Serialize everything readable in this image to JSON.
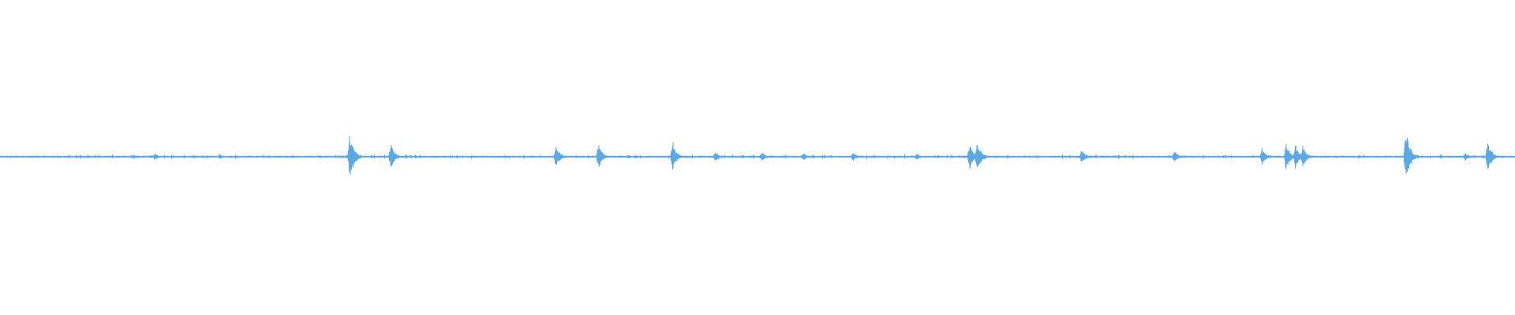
{
  "waveform": {
    "color": "#5aa9e6",
    "background": "#ffffff",
    "baseline_amplitude": 0.02,
    "noise_amplitude": 0.05,
    "bursts": [
      {
        "position": 0.088,
        "amplitude": 0.08
      },
      {
        "position": 0.102,
        "amplitude": 0.12
      },
      {
        "position": 0.145,
        "amplitude": 0.1
      },
      {
        "position": 0.231,
        "amplitude": 0.85
      },
      {
        "position": 0.258,
        "amplitude": 0.45
      },
      {
        "position": 0.367,
        "amplitude": 0.4
      },
      {
        "position": 0.395,
        "amplitude": 0.42
      },
      {
        "position": 0.444,
        "amplitude": 0.5
      },
      {
        "position": 0.472,
        "amplitude": 0.18
      },
      {
        "position": 0.503,
        "amplitude": 0.15
      },
      {
        "position": 0.53,
        "amplitude": 0.15
      },
      {
        "position": 0.563,
        "amplitude": 0.15
      },
      {
        "position": 0.605,
        "amplitude": 0.12
      },
      {
        "position": 0.64,
        "amplitude": 0.45
      },
      {
        "position": 0.645,
        "amplitude": 0.55
      },
      {
        "position": 0.714,
        "amplitude": 0.25
      },
      {
        "position": 0.775,
        "amplitude": 0.22
      },
      {
        "position": 0.833,
        "amplitude": 0.3
      },
      {
        "position": 0.849,
        "amplitude": 0.48
      },
      {
        "position": 0.855,
        "amplitude": 0.4
      },
      {
        "position": 0.86,
        "amplitude": 0.38
      },
      {
        "position": 0.928,
        "amplitude": 1.0
      },
      {
        "position": 0.967,
        "amplitude": 0.15
      },
      {
        "position": 0.982,
        "amplitude": 0.55
      }
    ]
  }
}
